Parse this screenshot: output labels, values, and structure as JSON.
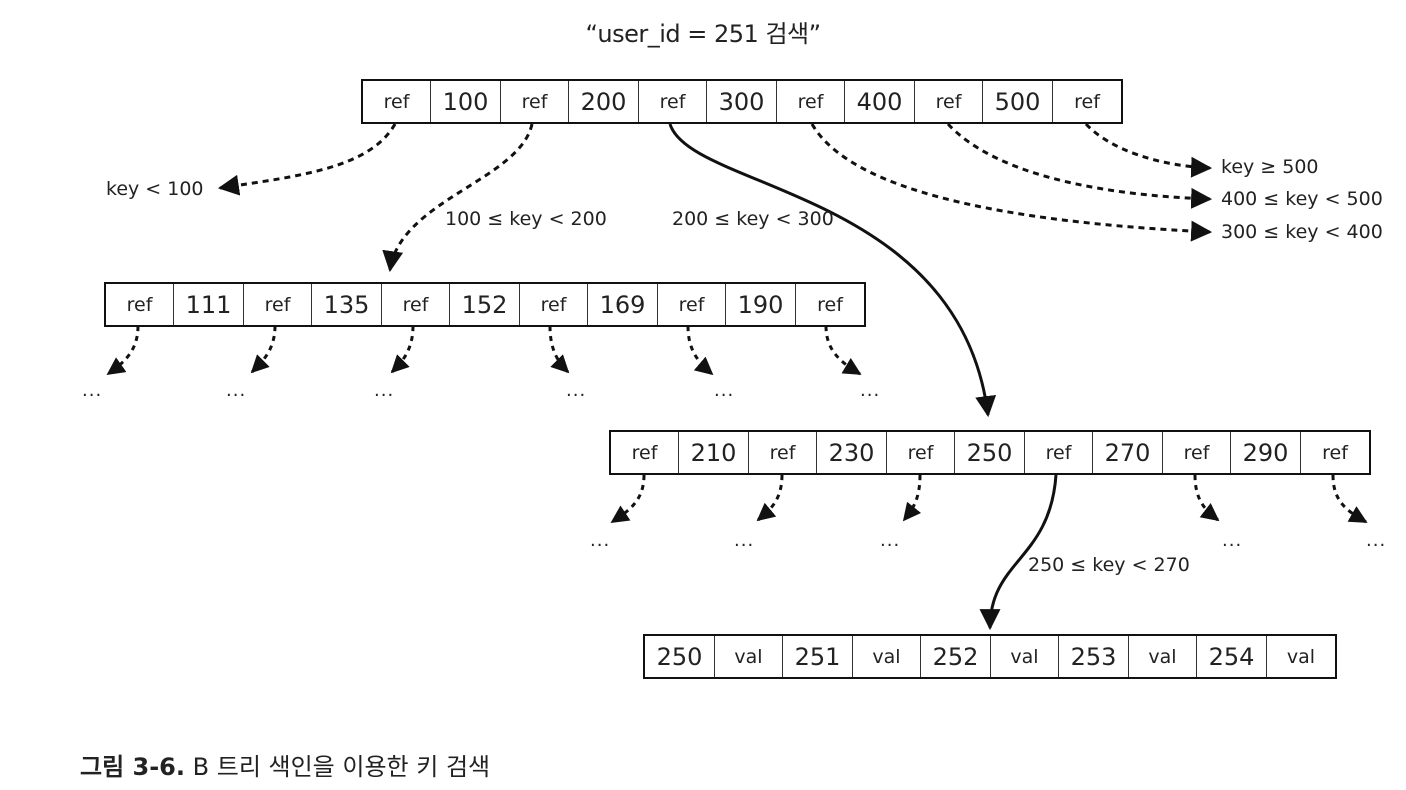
{
  "title": "“user_id = 251 검색”",
  "root": {
    "cells": [
      "ref",
      "100",
      "ref",
      "200",
      "ref",
      "300",
      "ref",
      "400",
      "ref",
      "500",
      "ref"
    ]
  },
  "left_child": {
    "cells": [
      "ref",
      "111",
      "ref",
      "135",
      "ref",
      "152",
      "ref",
      "169",
      "ref",
      "190",
      "ref"
    ]
  },
  "mid_child": {
    "cells": [
      "ref",
      "210",
      "ref",
      "230",
      "ref",
      "250",
      "ref",
      "270",
      "ref",
      "290",
      "ref"
    ]
  },
  "leaf": {
    "cells": [
      "250",
      "val",
      "251",
      "val",
      "252",
      "val",
      "253",
      "val",
      "254",
      "val"
    ]
  },
  "labels": {
    "key_lt_100": "key < 100",
    "r100_200": "100 ≤ key < 200",
    "r200_300": "200 ≤ key < 300",
    "key_ge_500": "key ≥ 500",
    "r400_500": "400 ≤ key < 500",
    "r300_400": "300 ≤ key < 400",
    "r250_270": "250 ≤ key < 270"
  },
  "ellipsis": "...",
  "caption": {
    "number": "그림 3-6.",
    "text": "B 트리 색인을 이용한 키 검색"
  }
}
